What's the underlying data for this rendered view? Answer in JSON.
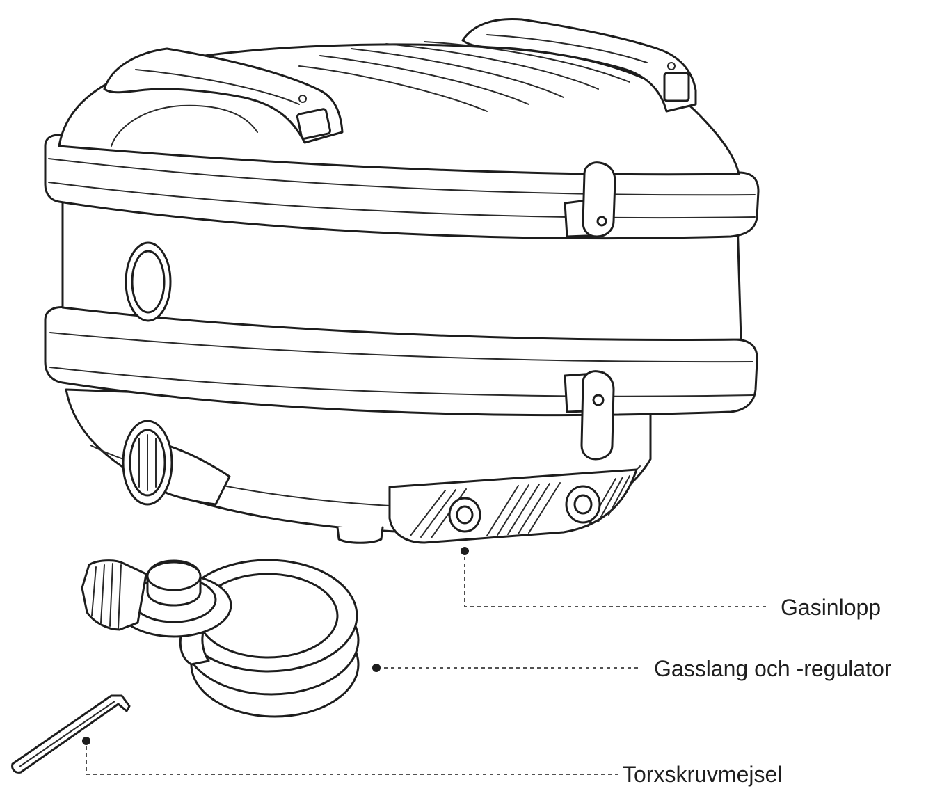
{
  "callouts": {
    "gas_inlet": {
      "label": "Gasinlopp"
    },
    "hose_regulator": {
      "label": "Gasslang och -regulator"
    },
    "torx_screwdriver": {
      "label": "Torxskruvmejsel"
    }
  },
  "colors": {
    "line": "#1d1d1d",
    "background": "#ffffff"
  },
  "icons": [
    "appliance-illustration",
    "gas-hose-regulator-illustration",
    "torx-screwdriver-illustration"
  ]
}
